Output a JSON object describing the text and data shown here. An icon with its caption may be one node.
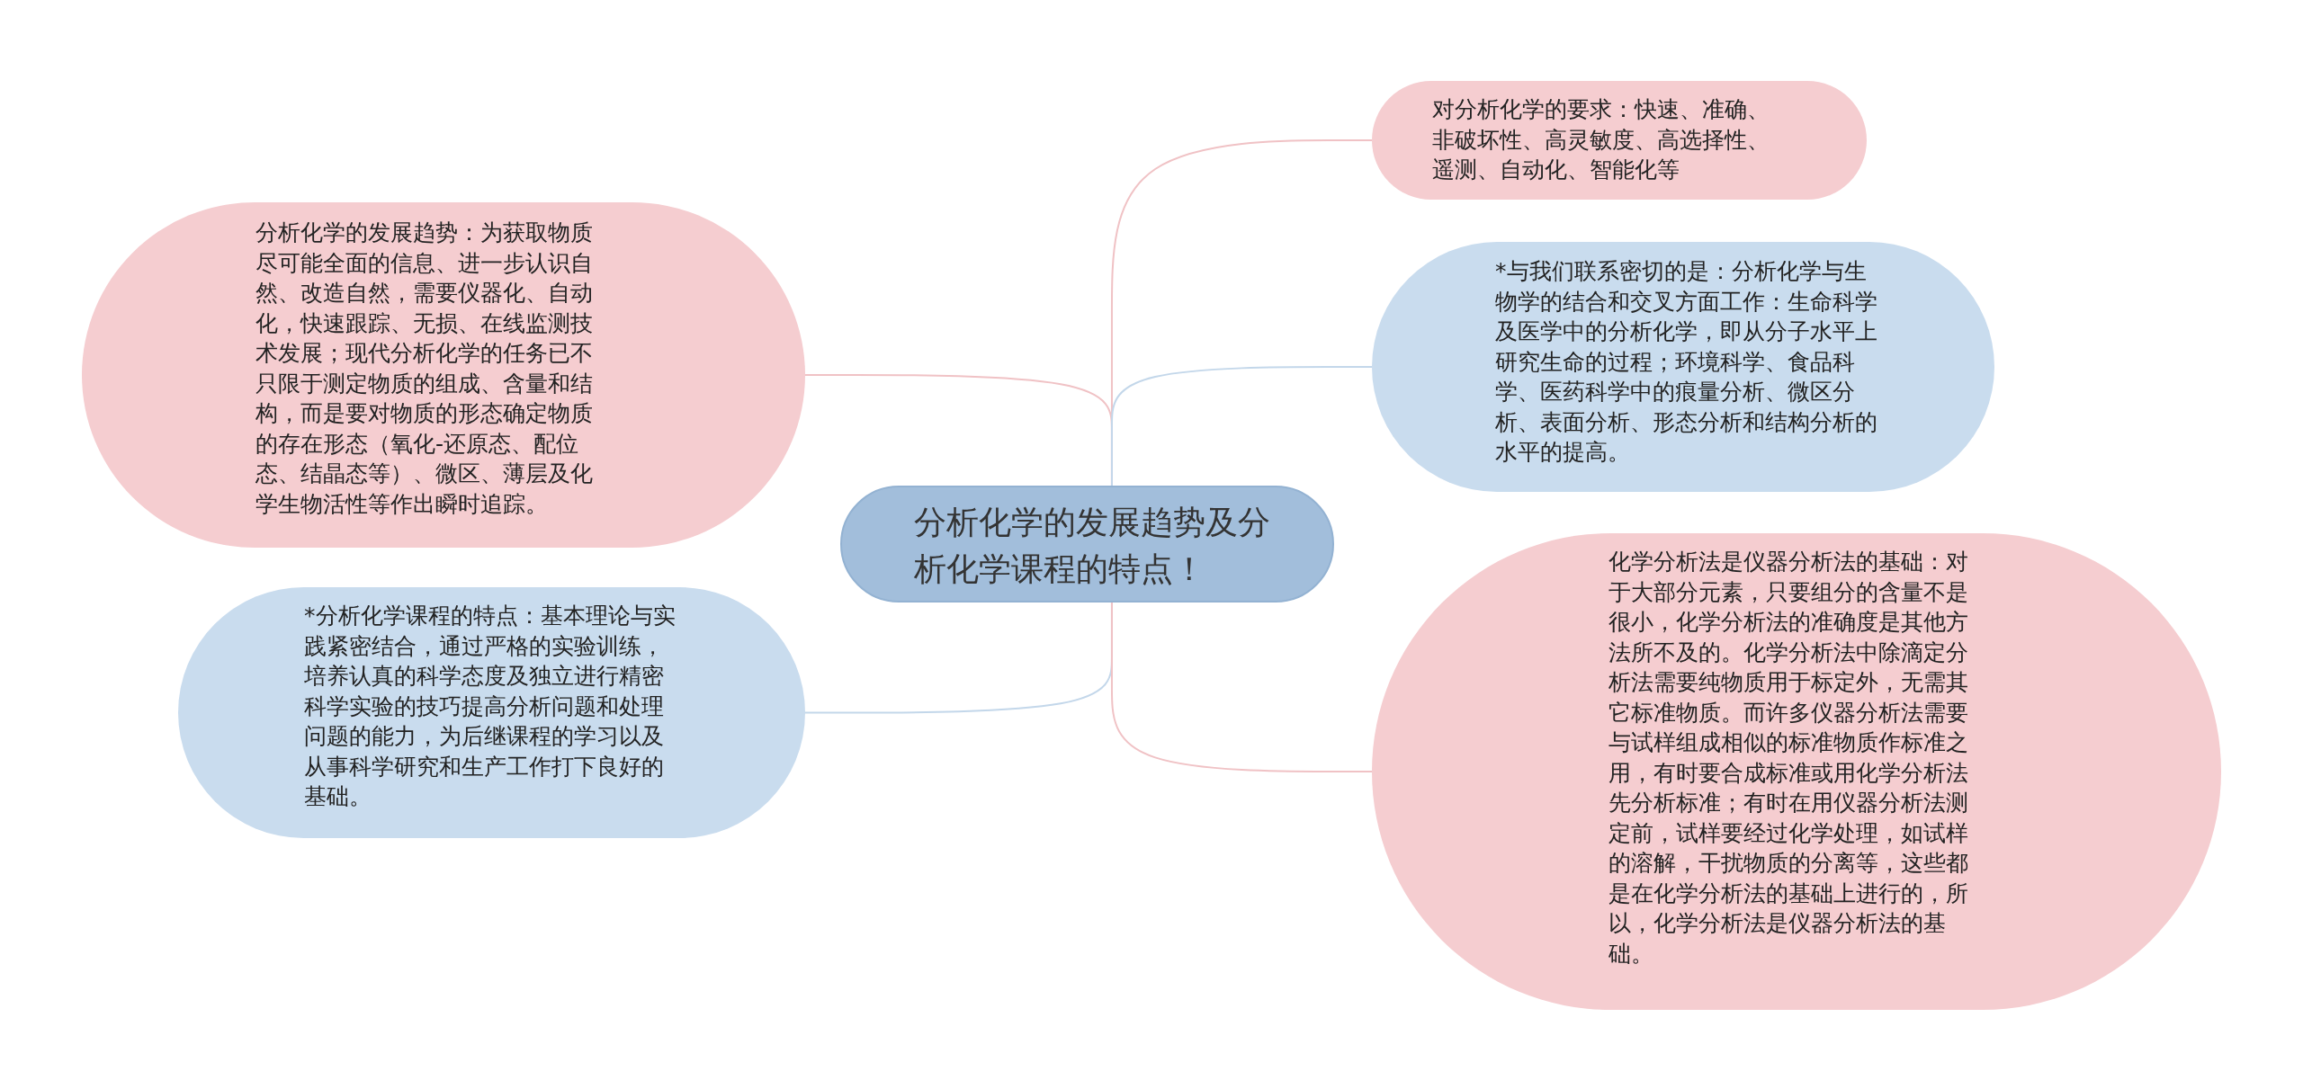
{
  "diagram": {
    "nodes": [
      {
        "text": [
          "分析化学的发展趋势及分析化学课程的特点！"
        ]
      },
      {
        "text": [
          "分析化学的发展趋势：为获取物质尽可能全面的信息、进一步认识自然、改造自然，需要仪器化、自动化，快速跟踪、无损、在线监测技术发展；现代分析化学的任务已不只限于测定物质的组成、含量和结构，而是要对物质的形态确定物质的存在形态（氧化-还原态、配位态、结晶态等）、微区、薄层及化学生物活性等作出瞬时追踪。"
        ]
      },
      {
        "text": [
          "*分析化学课程的特点：基本理论与实践紧密结合，通过严格的实验训练，培养认真的科学态度及独立进行精密科学实验的技巧提高分析问题和处理问题的能力，为后继课程的学习以及从事科学研究和生产工作打下良好的基础。"
        ]
      },
      {
        "text": [
          "对分析化学的要求：快速、准确、非破坏性、高灵敏度、高选择性、遥测、自动化、智能化等"
        ]
      },
      {
        "text": [
          "*与我们联系密切的是：分析化学与生物学的结合和交叉方面工作：生命科学及医学中的分析化学，即从分子水平上研究生命的过程；环境科学、食品科学、医药科学中的痕量分析、微区分析、表面分析、形态分析和结构分析的水平的提高。"
        ]
      },
      {
        "text": [
          "化学分析法是仪器分析法的基础：对于大部分元素，只要组分的含量不是很小，化学分析法的准确度是其他方法所不及的。化学分析法中除滴定分析法需要纯物质用于标定外，无需其它标准物质。而许多仪器分析法需要与试样组成相似的标准物质作标准之用，有时要合成标准或用化学分析法先分析标准；有时在用仪器分析法测定前，试样要经过化学处理，如试样的溶解，干扰物质的分离等，这些都是在化学分析法的基础上进行的，所以，化学分析法是仪器分析法的基础。"
        ]
      }
    ],
    "edges": [
      {
        "from": 0,
        "to": 1,
        "arrow": "none"
      },
      {
        "from": 0,
        "to": 2,
        "arrow": "none",
        "color": "#c3d7ea"
      },
      {
        "from": 0,
        "to": 3,
        "arrow": "none"
      },
      {
        "from": 0,
        "to": 4,
        "arrow": "none",
        "color": "#c3d7ea"
      },
      {
        "from": 0,
        "to": 5,
        "arrow": "none"
      }
    ]
  }
}
